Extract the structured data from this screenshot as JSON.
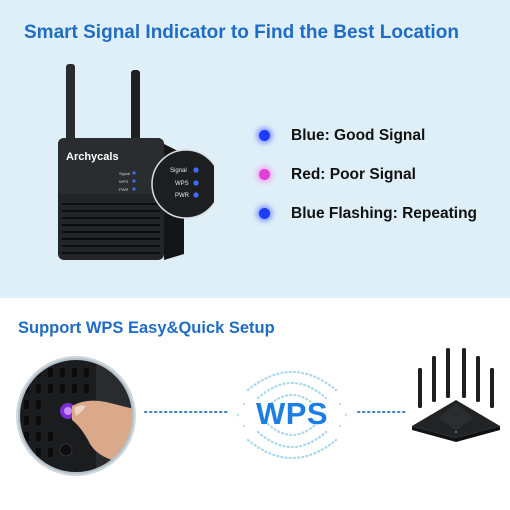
{
  "top_section": {
    "heading": "Smart Signal Indicator to Find the Best Location",
    "device": {
      "brand": "Archycals",
      "led_labels": [
        "Signal",
        "WPS",
        "PWR"
      ]
    },
    "legend": [
      {
        "label": "Blue: Good Signal",
        "dot_color": "#1f3cff"
      },
      {
        "label": "Red: Poor Signal",
        "dot_color": "#e040d8"
      },
      {
        "label": "Blue Flashing: Repeating",
        "dot_color": "#1f3cff"
      }
    ]
  },
  "bottom_section": {
    "heading": "Support WPS Easy&Quick Setup",
    "wps_label": "WPS"
  },
  "colors": {
    "heading_blue": "#1f6cc4",
    "top_background": "#dfeff7",
    "wps_blue": "#1e7de3"
  }
}
